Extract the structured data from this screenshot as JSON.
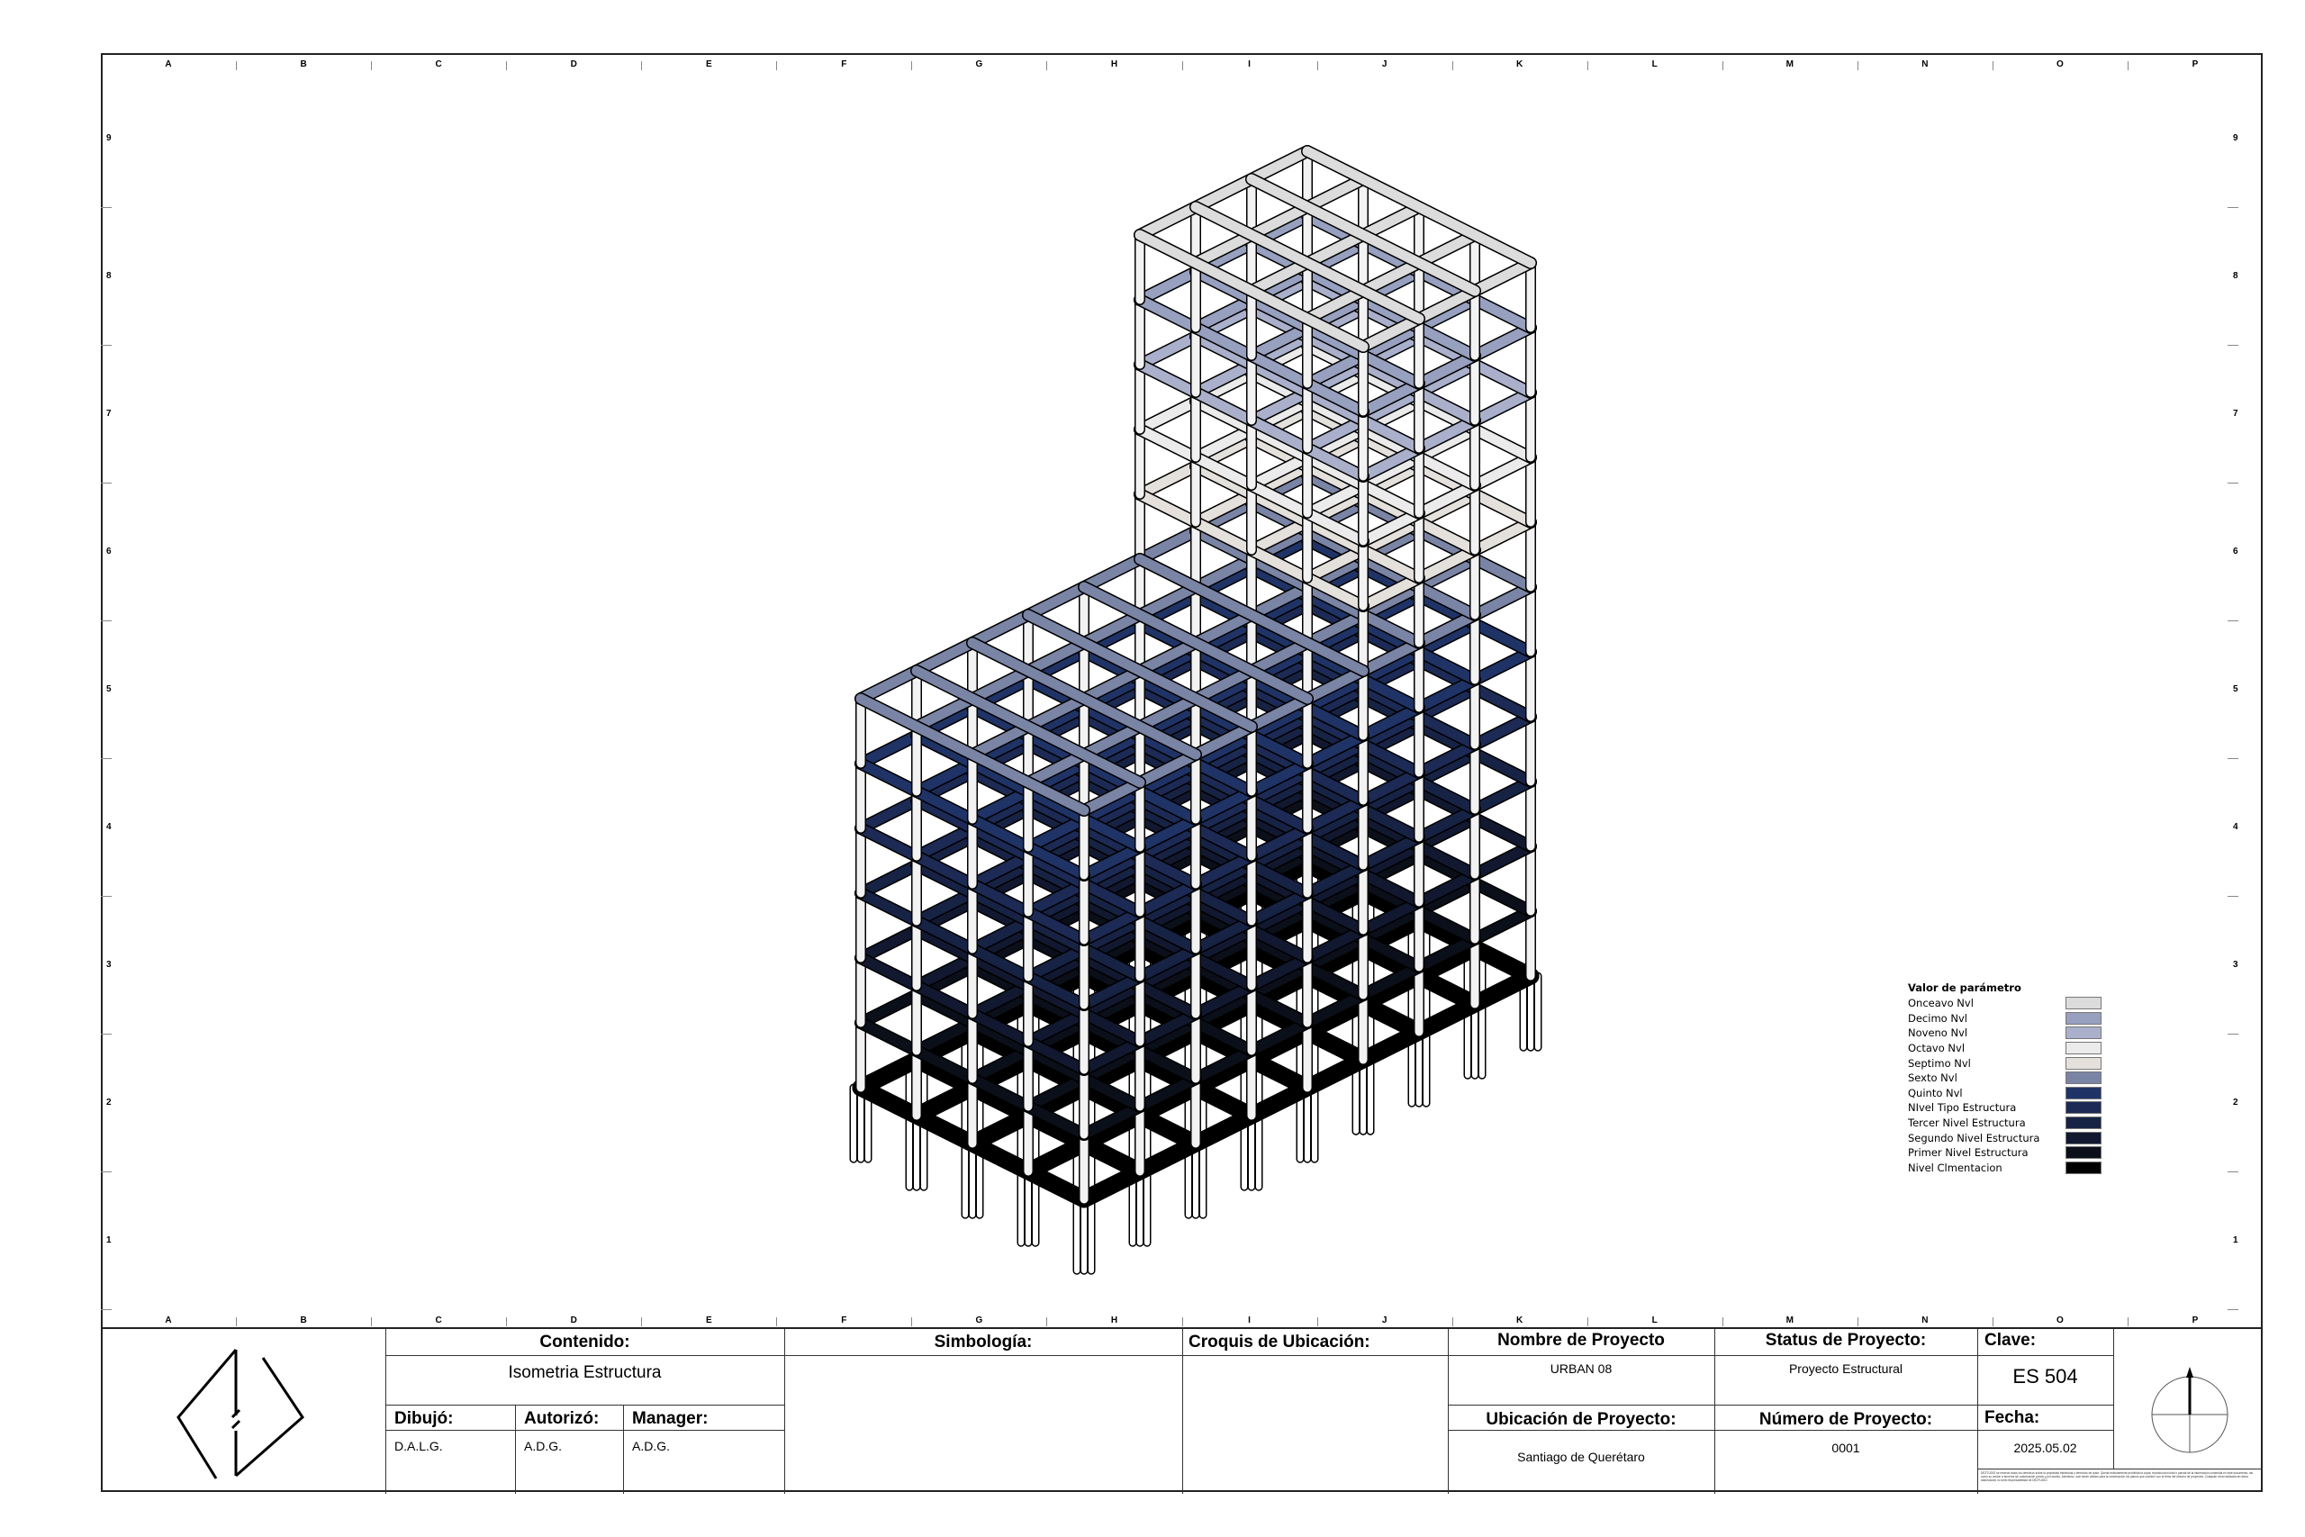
{
  "grid": {
    "columns": [
      "A",
      "B",
      "C",
      "D",
      "E",
      "F",
      "G",
      "H",
      "I",
      "J",
      "K",
      "L",
      "M",
      "N",
      "O",
      "P"
    ],
    "rows": [
      "9",
      "8",
      "7",
      "6",
      "5",
      "4",
      "3",
      "2",
      "1"
    ]
  },
  "legend": {
    "title": "Valor de parámetro",
    "items": [
      {
        "label": "Onceavo Nvl",
        "color": "#dcdcdc"
      },
      {
        "label": "Decimo Nvl",
        "color": "#98a0c0"
      },
      {
        "label": "Noveno Nvl",
        "color": "#aab0cb"
      },
      {
        "label": "Octavo Nvl",
        "color": "#ebebeb"
      },
      {
        "label": "Septimo Nvl",
        "color": "#e4e0dc"
      },
      {
        "label": "Sexto Nvl",
        "color": "#7a84a5"
      },
      {
        "label": "Quinto Nvl",
        "color": "#1f3366"
      },
      {
        "label": "NIvel Tipo Estructura",
        "color": "#1c2a55"
      },
      {
        "label": "Tercer Nivel Estructura",
        "color": "#172345"
      },
      {
        "label": "Segundo Nivel Estructura",
        "color": "#111830"
      },
      {
        "label": "Primer Nivel Estructura",
        "color": "#0b0f1a"
      },
      {
        "label": "Nivel Clmentacion",
        "color": "#000000"
      }
    ]
  },
  "title_block": {
    "contenido_label": "Contenido:",
    "contenido_value": "Isometria Estructura",
    "dibujo_label": "Dibujó:",
    "dibujo_value": "D.A.L.G.",
    "autorizo_label": "Autorizó:",
    "autorizo_value": "A.D.G.",
    "manager_label": "Manager:",
    "manager_value": "A.D.G.",
    "simbologia_label": "Simbología:",
    "croquis_label": "Croquis de Ubicación:",
    "nombre_label": "Nombre de Proyecto",
    "nombre_value": "URBAN 08",
    "status_label": "Status de Proyecto:",
    "status_value": "Proyecto Estructural",
    "clave_label": "Clave:",
    "clave_value": "ES 504",
    "ubicacion_label": "Ubicación de Proyecto:",
    "ubicacion_value": "Santiago de Querétaro",
    "numero_label": "Número de Proyecto:",
    "numero_value": "0001",
    "fecha_label": "Fecha:",
    "fecha_value": "2025.05.02",
    "disclaimer": "DEZTUDIO se reserva todos los derechos sobre la propiedad intelectual y derechos de autor. Queda estrictamente prohibida la copia, reproducción total o parcial de la información contenida en este documento, así como su cesión a terceros sin autorización previa y por escrito. Asimismo, solo serán válidos para la construcción los planos que cuenten con la firma del director de proyectos. Cualquier obra realizada sin dicha autorización no será responsabilidad de DEZTUDIO."
  }
}
